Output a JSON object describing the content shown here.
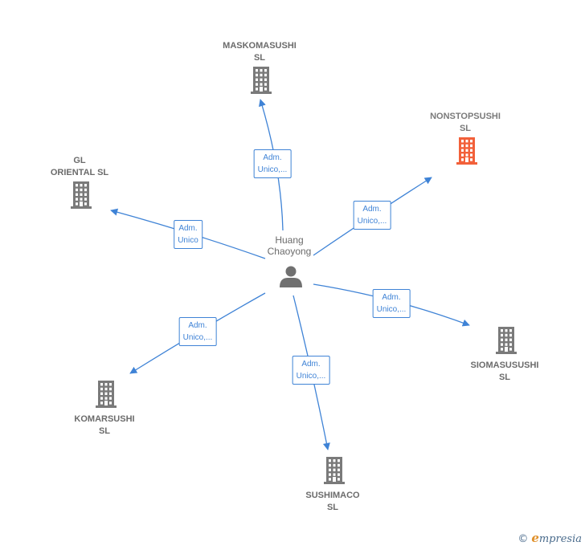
{
  "center": {
    "name": "Huang\nChaoyong",
    "icon": "person-icon"
  },
  "companies": [
    {
      "id": "maskomasushi",
      "name": "MASKOMASUSHI\nSL",
      "role": "Adm.\nUnico,...",
      "highlight": false,
      "icon": "building-icon"
    },
    {
      "id": "nonstopsushi",
      "name": "NONSTOPSUSHI\nSL",
      "role": "Adm.\nUnico,...",
      "highlight": true,
      "icon": "building-icon"
    },
    {
      "id": "gl-oriental",
      "name": "GL\nORIENTAL  SL",
      "role": "Adm.\nUnico",
      "highlight": false,
      "icon": "building-icon"
    },
    {
      "id": "siomasusushi",
      "name": "SIOMASUSUSHI\nSL",
      "role": "Adm.\nUnico,...",
      "highlight": false,
      "icon": "building-icon"
    },
    {
      "id": "komarsushi",
      "name": "KOMARSUSHI\nSL",
      "role": "Adm.\nUnico,...",
      "highlight": false,
      "icon": "building-icon"
    },
    {
      "id": "sushimaco",
      "name": "SUSHIMACO\nSL",
      "role": "Adm.\nUnico,...",
      "highlight": false,
      "icon": "building-icon"
    }
  ],
  "colors": {
    "edge": "#3f83d6",
    "building": "#7a7a7a",
    "building_highlight": "#f2603a",
    "person": "#707070"
  },
  "watermark": {
    "copyright": "©",
    "brand_initial": "e",
    "brand_rest": "mpresia"
  }
}
